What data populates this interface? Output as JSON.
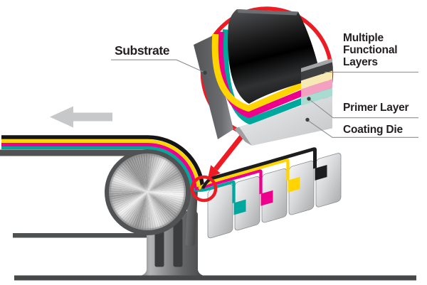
{
  "callouts": {
    "substrate": {
      "label": "Substrate"
    },
    "multiple_functional_layers": {
      "lines": [
        "Multiple",
        "Functional",
        "Layers"
      ]
    },
    "primer_layer": {
      "label": "Primer Layer"
    },
    "coating_die": {
      "label": "Coating Die"
    }
  },
  "colors": {
    "highlight_red": "#ED1C24",
    "layer_yellow": "#FFD400",
    "layer_magenta": "#EC008C",
    "layer_teal": "#00A79D",
    "section_cream": "#F6E9B4",
    "section_pink": "#F4A0C0",
    "section_pale_teal": "#A9DBD2",
    "substrate_dark": "#3E3F41",
    "machine_gray": "#58595B",
    "die_light_gray": "#D1D3D4"
  },
  "icons": {
    "web_direction": "left-arrow",
    "zoom_pointer": "red-arrow",
    "zoom_area": "red-circle",
    "contact_point": "red-circle-small"
  }
}
